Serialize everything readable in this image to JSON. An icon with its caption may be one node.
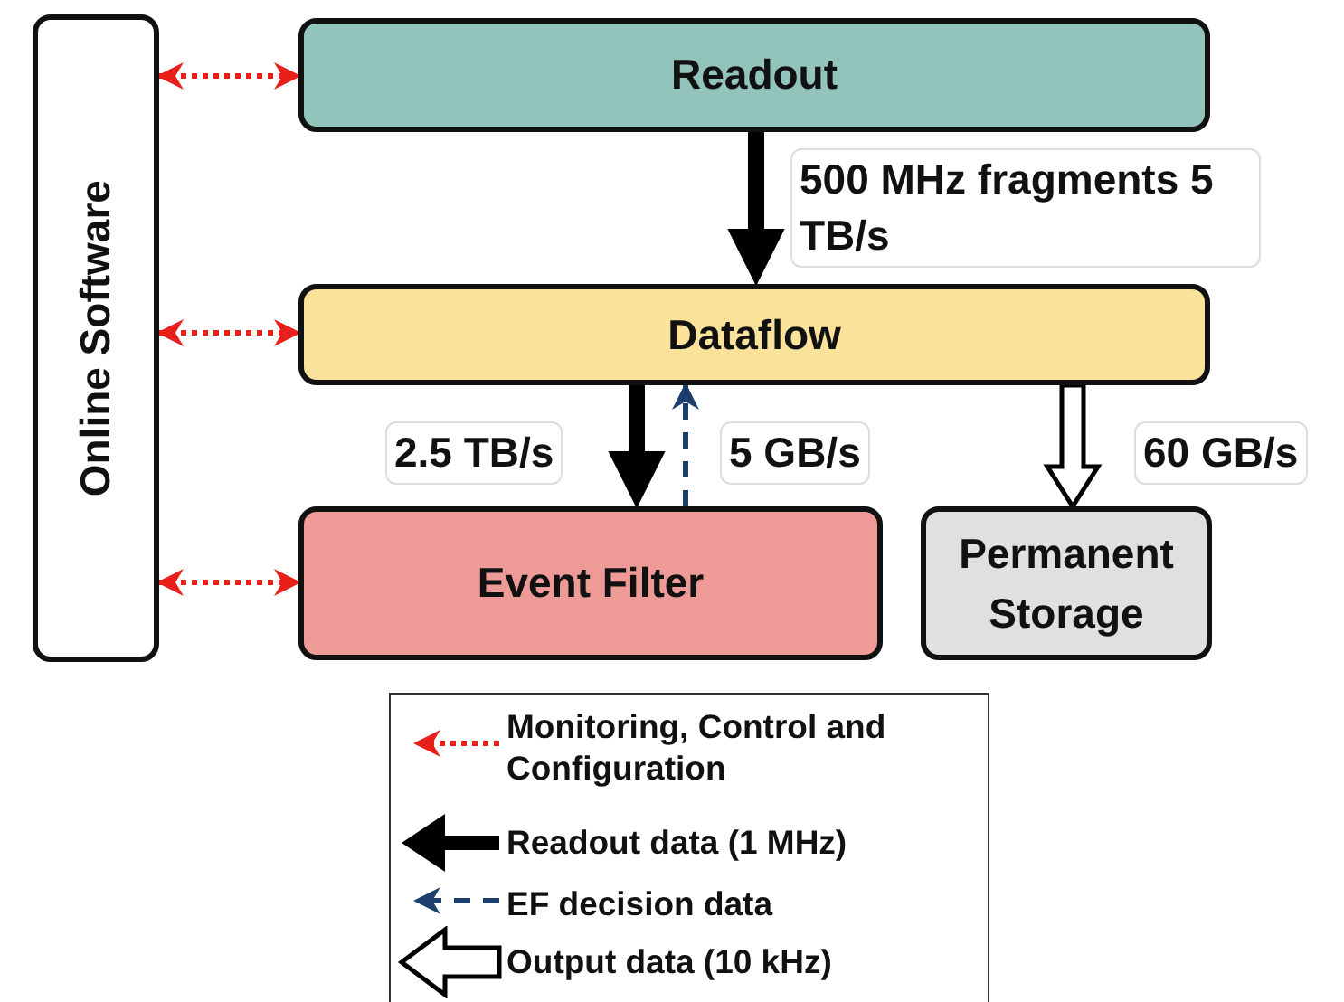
{
  "diagram": {
    "nodes": [
      {
        "text": [
          "Online Software"
        ]
      },
      {
        "text": [
          "Readout"
        ]
      },
      {
        "text": [
          "Dataflow"
        ]
      },
      {
        "text": [
          "Event Filter"
        ]
      },
      {
        "text": [
          "Permanent Storage"
        ]
      }
    ],
    "edges": [
      {
        "from": 0,
        "to": 1,
        "arrow": "both",
        "style": "dashed",
        "color": "#e8201c"
      },
      {
        "from": 0,
        "to": 2,
        "arrow": "both",
        "style": "dashed",
        "color": "#e8201c"
      },
      {
        "from": 0,
        "to": 3,
        "arrow": "both",
        "style": "dashed",
        "color": "#e8201c"
      },
      {
        "from": 1,
        "to": 2,
        "arrow": "to",
        "style": "thick",
        "label": "500 MHz fragments 5 TB/s"
      },
      {
        "from": 2,
        "to": 3,
        "arrow": "to",
        "style": "thick",
        "label": "2.5 TB/s"
      },
      {
        "from": 3,
        "to": 2,
        "arrow": "to",
        "style": "dashed",
        "color": "#1d3f6e",
        "label": "5 GB/s"
      },
      {
        "from": 2,
        "to": 4,
        "arrow": "to",
        "style": "thick",
        "color": "#ffffff",
        "label": "60 GB/s"
      }
    ],
    "legend": [
      {
        "text": "Monitoring, Control and Configuration"
      },
      {
        "text": "Readout data (1 MHz)"
      },
      {
        "text": "EF decision data"
      },
      {
        "text": "Output data (10 kHz)"
      }
    ]
  }
}
